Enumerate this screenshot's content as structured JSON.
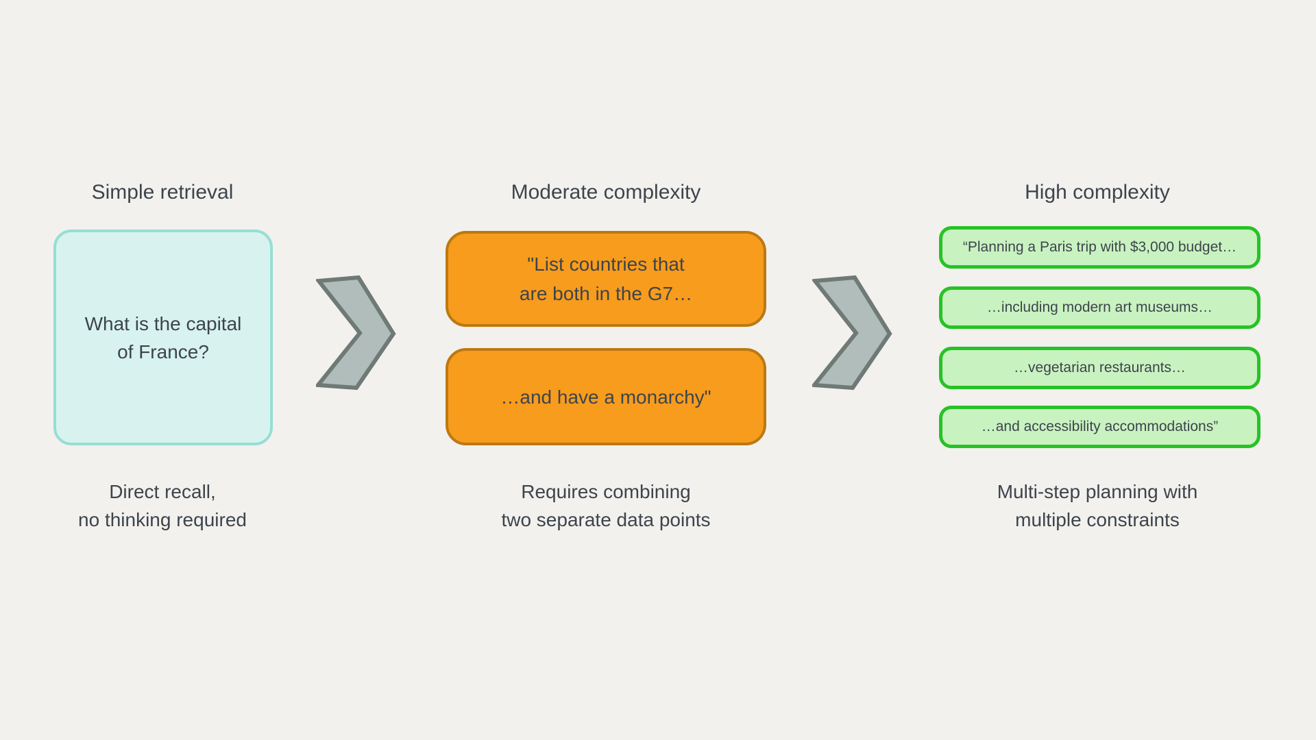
{
  "page": {
    "background_color": "#f2f1ee",
    "text_color": "#3d444b"
  },
  "columns": [
    {
      "id": "simple",
      "header": "Simple retrieval",
      "boxes": [
        {
          "text": "What is the capital\nof France?"
        }
      ],
      "caption": "Direct recall,\nno thinking required",
      "box_fill": "#d8f3ef",
      "box_border": "#97ded4"
    },
    {
      "id": "moderate",
      "header": "Moderate complexity",
      "boxes": [
        {
          "text": "\"List countries that\nare both in the G7…"
        },
        {
          "text": "…and have a monarchy\""
        }
      ],
      "caption": "Requires combining\ntwo separate data points",
      "box_fill": "#f89c1d",
      "box_border": "#bc7911"
    },
    {
      "id": "high",
      "header": "High complexity",
      "boxes": [
        {
          "text": "“Planning a Paris trip with $3,000 budget…"
        },
        {
          "text": "…including modern art museums…"
        },
        {
          "text": "…vegetarian restaurants…"
        },
        {
          "text": "…and accessibility accommodations”"
        }
      ],
      "caption": "Multi-step planning with\nmultiple constraints",
      "box_fill": "#c9f2c1",
      "box_border": "#27c226"
    }
  ],
  "arrows": {
    "fill": "#b1bdba",
    "stroke": "#6f7a77"
  }
}
